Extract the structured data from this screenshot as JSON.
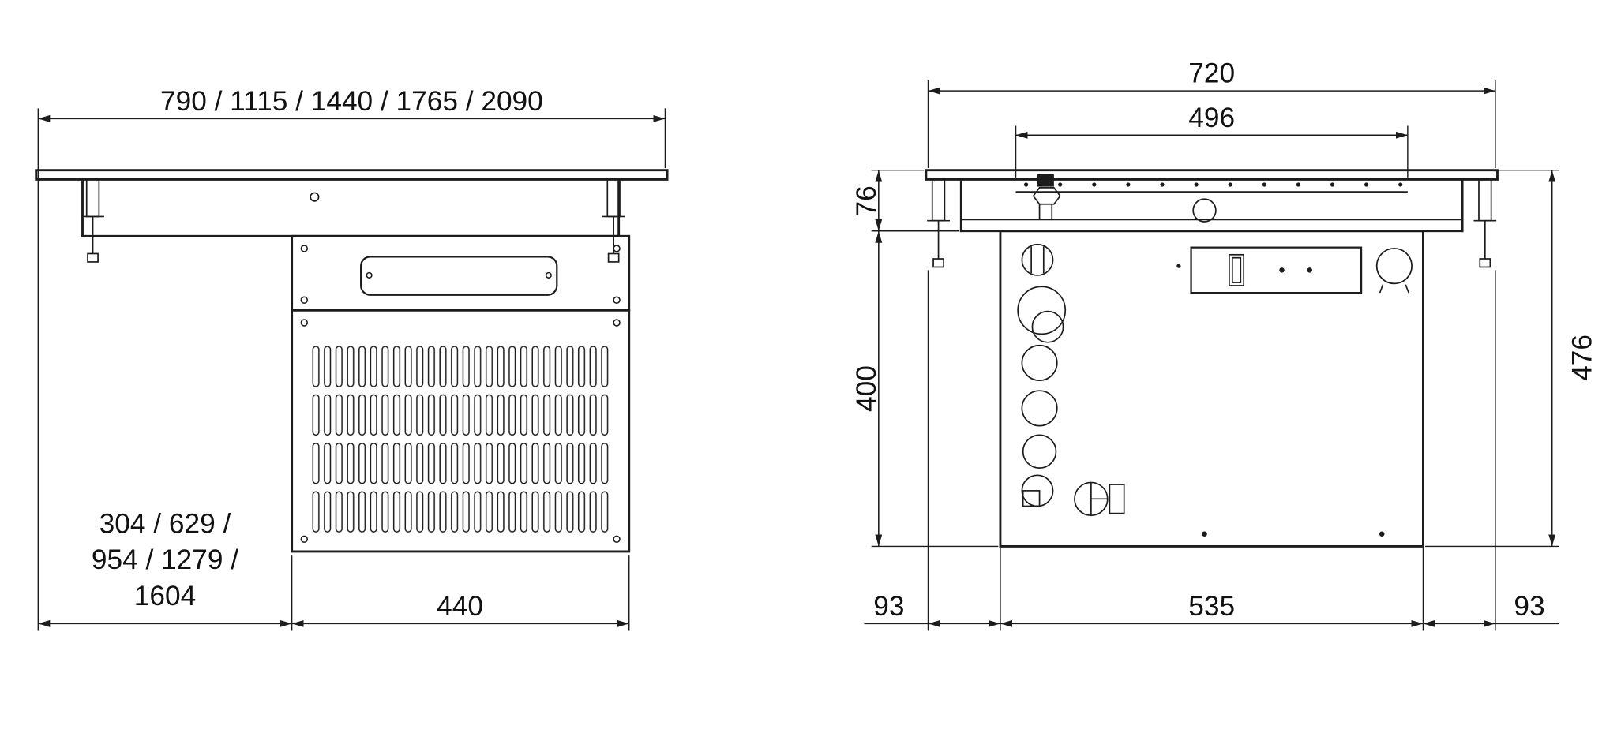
{
  "front_view": {
    "width_options": "790 / 1115 / 1440 / 1765 / 2090",
    "left_width_line1": "304 / 629 /",
    "left_width_line2": "954 / 1279 /",
    "left_width_line3": "1604",
    "unit_width": "440"
  },
  "side_view": {
    "overall_depth": "720",
    "cutout_depth": "496",
    "top_section_height": "76",
    "lower_section_height": "400",
    "overall_height": "476",
    "left_offset": "93",
    "body_depth": "535",
    "right_offset": "93"
  }
}
